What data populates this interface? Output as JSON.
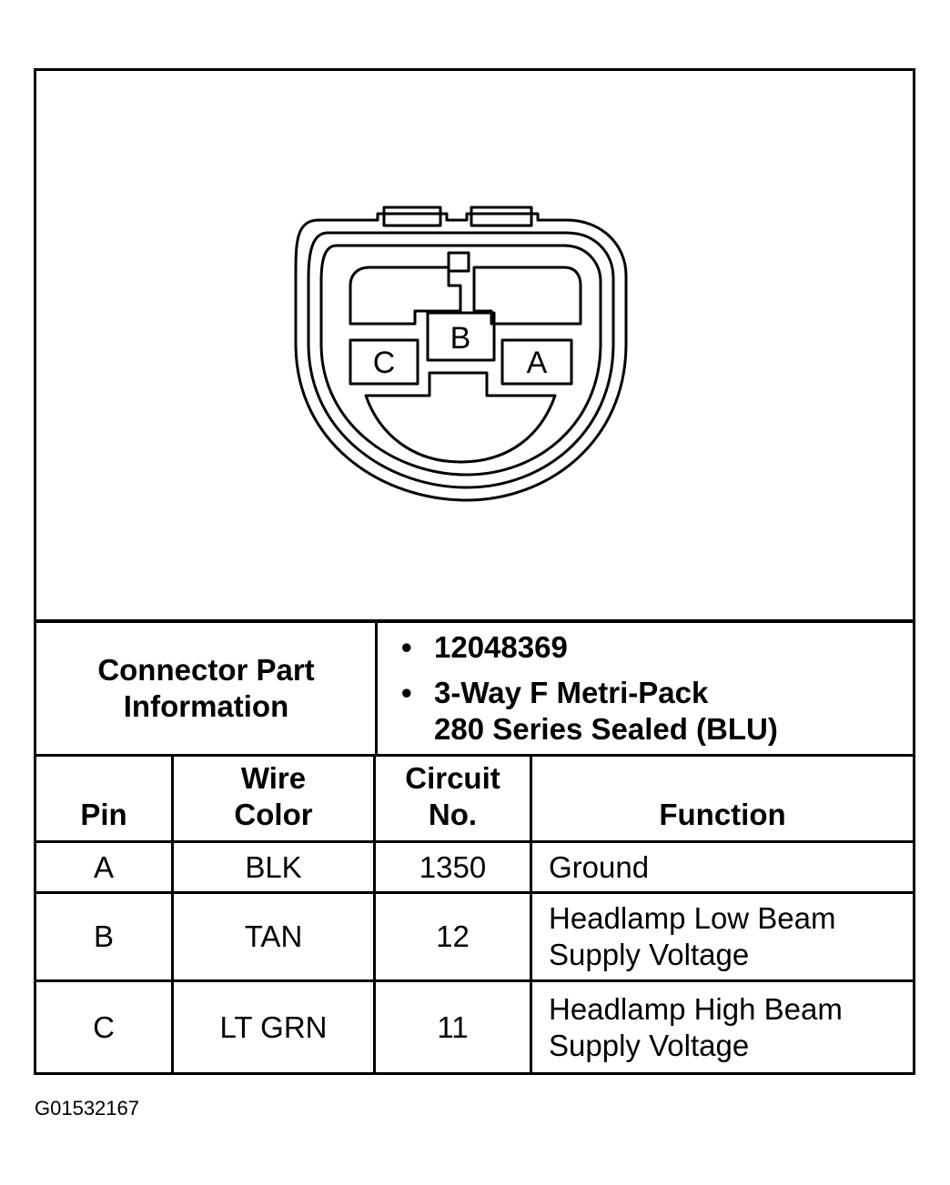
{
  "connector": {
    "pin_labels": [
      "C",
      "B",
      "A"
    ]
  },
  "part_info": {
    "label_line1": "Connector Part",
    "label_line2": "Information",
    "bullet_symbol": "•",
    "part_number": "12048369",
    "description_line1": "3-Way F Metri-Pack",
    "description_line2": "280 Series Sealed (BLU)"
  },
  "table": {
    "headers": {
      "pin": "Pin",
      "wire_color_line1": "Wire",
      "wire_color_line2": "Color",
      "circuit_line1": "Circuit",
      "circuit_line2": "No.",
      "function": "Function"
    },
    "rows": [
      {
        "pin": "A",
        "wire_color": "BLK",
        "circuit": "1350",
        "function_line1": "Ground",
        "function_line2": ""
      },
      {
        "pin": "B",
        "wire_color": "TAN",
        "circuit": "12",
        "function_line1": "Headlamp Low Beam",
        "function_line2": "Supply Voltage"
      },
      {
        "pin": "C",
        "wire_color": "LT GRN",
        "circuit": "11",
        "function_line1": "Headlamp High Beam",
        "function_line2": "Supply Voltage"
      }
    ]
  },
  "figure_id": "G01532167"
}
